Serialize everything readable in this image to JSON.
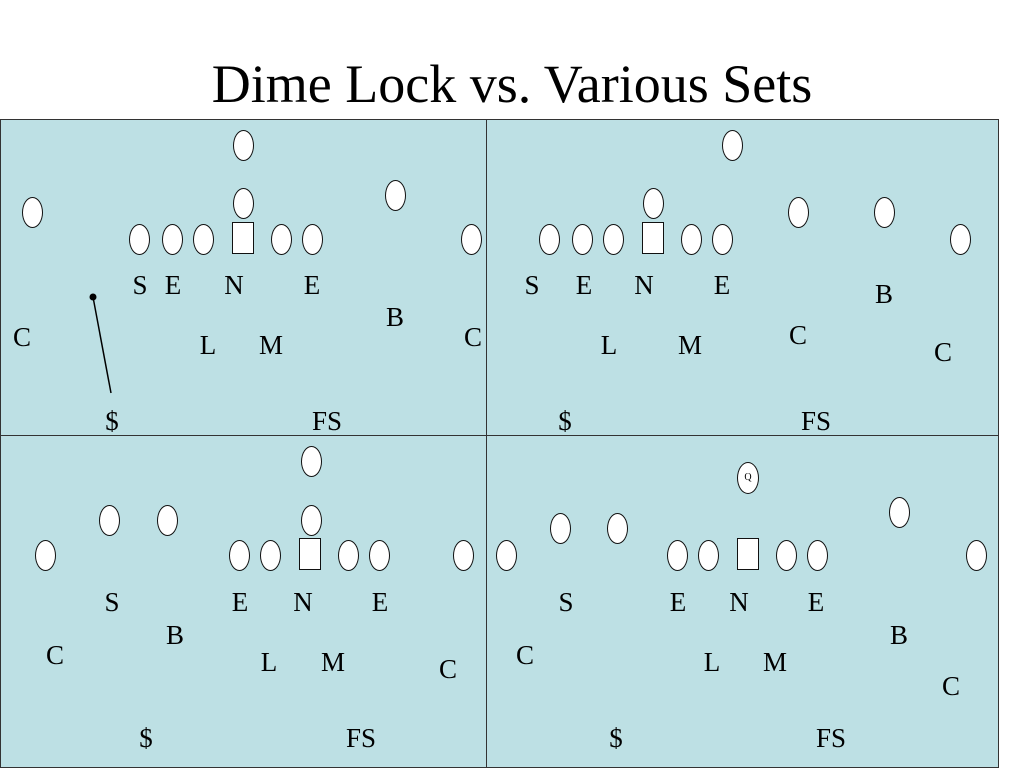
{
  "title": "Dime Lock vs. Various Sets",
  "colors": {
    "field": "#bde0e4",
    "player_fill": "#ffffff",
    "outline": "#111111"
  },
  "panels": [
    {
      "id": "top-left",
      "labels": {
        "s": "S",
        "e1": "E",
        "n": "N",
        "e2": "E",
        "b": "B",
        "c1": "C",
        "c2": "C",
        "l": "L",
        "m": "M",
        "dollar": "$",
        "fs": "FS"
      }
    },
    {
      "id": "top-right",
      "labels": {
        "s": "S",
        "e1": "E",
        "n": "N",
        "e2": "E",
        "b": "B",
        "c1": "C",
        "c2": "C",
        "l": "L",
        "m": "M",
        "dollar": "$",
        "fs": "FS"
      }
    },
    {
      "id": "bottom-left",
      "labels": {
        "s": "S",
        "b": "B",
        "e1": "E",
        "n": "N",
        "e2": "E",
        "c1": "C",
        "c2": "C",
        "l": "L",
        "m": "M",
        "dollar": "$",
        "fs": "FS"
      }
    },
    {
      "id": "bottom-right",
      "labels": {
        "q": "Q",
        "s": "S",
        "e1": "E",
        "n": "N",
        "e2": "E",
        "b": "B",
        "c1": "C",
        "c2": "C",
        "l": "L",
        "m": "M",
        "dollar": "$",
        "fs": "FS"
      }
    }
  ]
}
